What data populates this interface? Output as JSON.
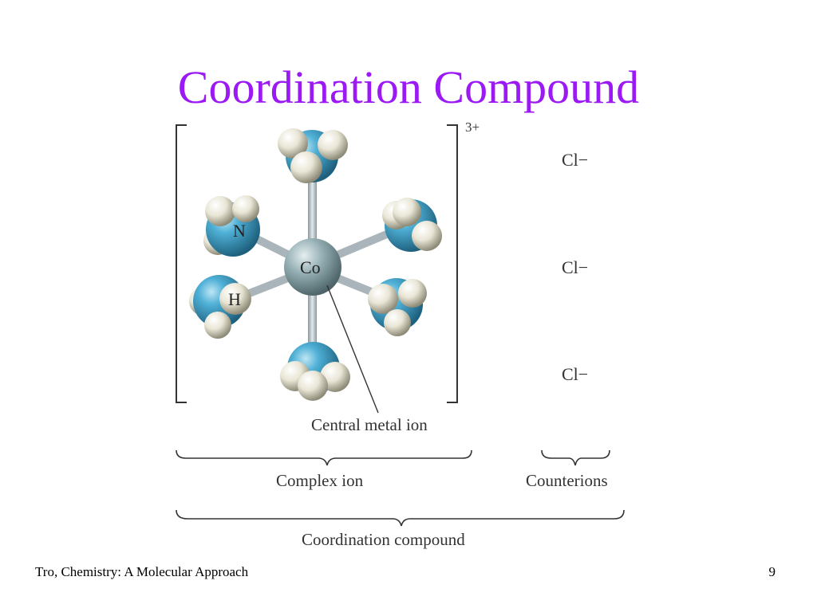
{
  "slide": {
    "title": "Coordination Compound",
    "title_color": "#9b19f5",
    "footer_text": "Tro, Chemistry: A Molecular Approach",
    "page_number": "9"
  },
  "diagram": {
    "charge": "3+",
    "central_atom": "Co",
    "ligand_atom_labels": {
      "nitrogen": "N",
      "hydrogen": "H"
    },
    "counterions": [
      "Cl−",
      "Cl−",
      "Cl−"
    ],
    "callout_central": "Central metal ion",
    "brace_complex_label": "Complex ion",
    "brace_counterions_label": "Counterions",
    "brace_compound_label": "Coordination compound",
    "colors": {
      "nitrogen": "#3a9cc4",
      "hydrogen": "#ece9dc",
      "cobalt": "#8ea9ae",
      "bond": "#b9c3c9",
      "line": "#333333"
    }
  }
}
